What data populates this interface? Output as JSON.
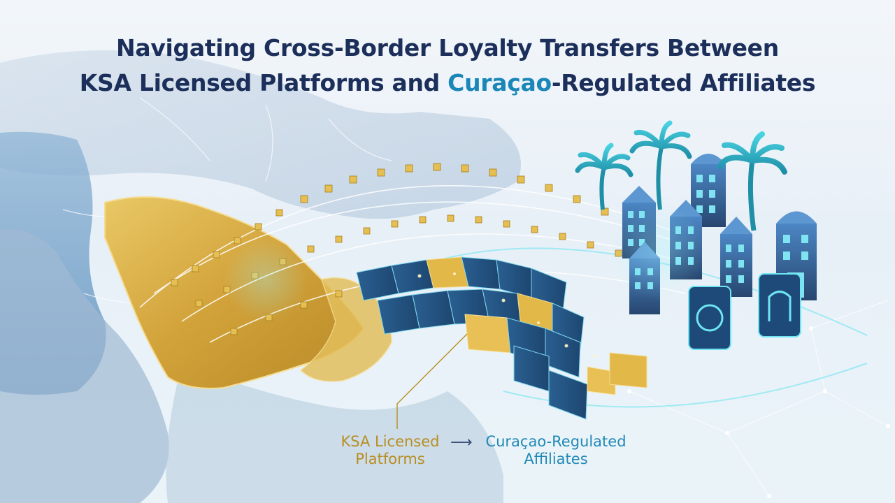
{
  "title": {
    "line1": "Navigating Cross-Border Loyalty Transfers Between",
    "line2_pre": "KSA Licensed Platforms and ",
    "line2_accent": "Curaçao",
    "line2_post": "-Regulated Affiliates"
  },
  "caption": {
    "source_line1": "KSA Licensed",
    "source_line2": "Platforms",
    "arrow": "⟶",
    "target_line1": "Curaçao-Regulated",
    "target_line2": "Affiliates"
  },
  "colors": {
    "title": "#1c2f5a",
    "accent": "#1a87b8",
    "gold": "#d4a83a",
    "teal": "#2fb8c8",
    "server_blue": "#2f6f9e"
  }
}
